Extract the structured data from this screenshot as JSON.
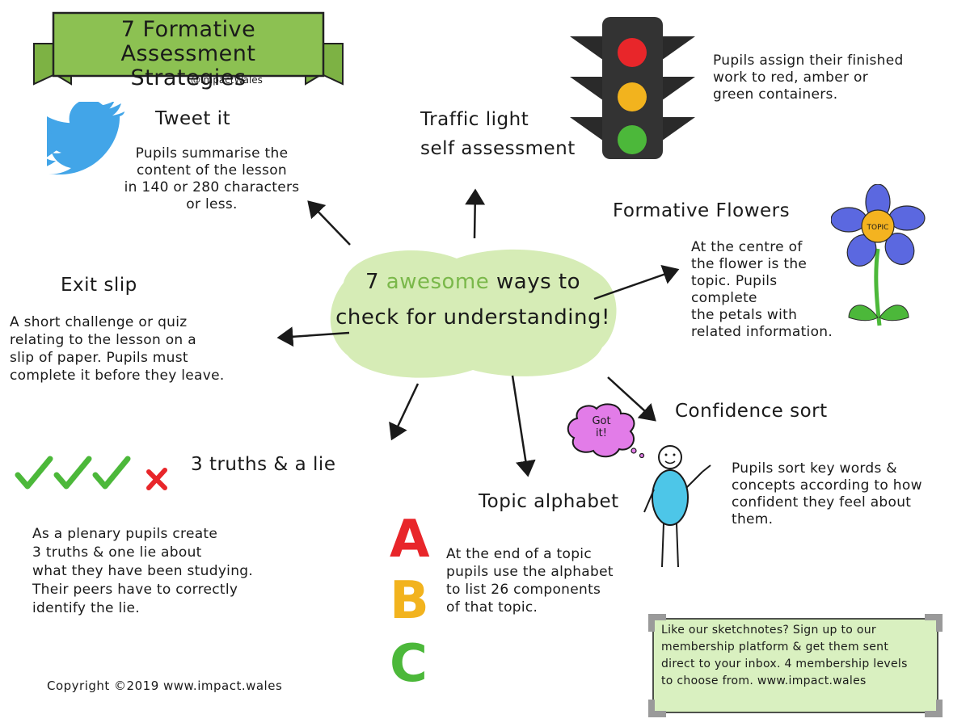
{
  "title": {
    "line1": "7 Formative Assessment",
    "line2": "Strategies",
    "handle": "@ImpactWales"
  },
  "center": {
    "number": "7",
    "accent_word": "awesome",
    "rest_line1": "ways to",
    "line2": "check for understanding!"
  },
  "strategies": {
    "tweet": {
      "heading": "Tweet it",
      "lines": [
        "Pupils summarise the",
        "content of the lesson",
        "in 140 or 280 characters",
        "or less."
      ]
    },
    "traffic": {
      "heading_line1": "Traffic light",
      "heading_line2": "self assessment",
      "lines": [
        "Pupils assign their finished",
        "work to red, amber or",
        "green containers."
      ]
    },
    "flowers": {
      "heading": "Formative Flowers",
      "flower_label": "TOPIC",
      "lines": [
        "At the centre of",
        "the flower is the",
        "topic. Pupils complete",
        "the petals with",
        "related information."
      ]
    },
    "exit": {
      "heading": "Exit slip",
      "lines": [
        "A short challenge or quiz",
        "relating to the lesson on a",
        "slip of paper. Pupils must",
        "complete it before they leave."
      ]
    },
    "truths": {
      "heading": "3 truths & a lie",
      "lines": [
        "As a plenary pupils create",
        "3 truths & one lie about",
        "what they have been studying.",
        "Their peers have to correctly",
        "identify the lie."
      ]
    },
    "alphabet": {
      "heading": "Topic alphabet",
      "letters": [
        "A",
        "B",
        "C"
      ],
      "lines": [
        "At the end of a topic",
        "pupils use the alphabet",
        "to list 26 components",
        "of that topic."
      ]
    },
    "confidence": {
      "heading": "Confidence sort",
      "bubble_line1": "Got",
      "bubble_line2": "it!",
      "lines": [
        "Pupils sort key words &",
        "concepts according to how",
        "confident they feel about",
        "them."
      ]
    }
  },
  "callout": {
    "lines": [
      "Like our sketchnotes? Sign up to our",
      "membership platform & get them sent",
      "direct to your inbox. 4 membership levels",
      "to choose from.    www.impact.wales"
    ]
  },
  "footer": {
    "copyright": "Copyright ©2019  www.impact.wales"
  },
  "colors": {
    "banner_green": "#8cc152",
    "blob_green": "#d6ecb6",
    "accent_green": "#7ab84a",
    "twitter_blue": "#42a5e8",
    "light_red": "#e8262a",
    "light_amber": "#f2b31e",
    "light_green": "#4cb83a",
    "flower_purple": "#5b68e0",
    "flower_center": "#f4b320",
    "bubble_pink": "#e27ce8",
    "figure_cyan": "#4dc6e8",
    "callout_bg": "#d9f0c0"
  }
}
